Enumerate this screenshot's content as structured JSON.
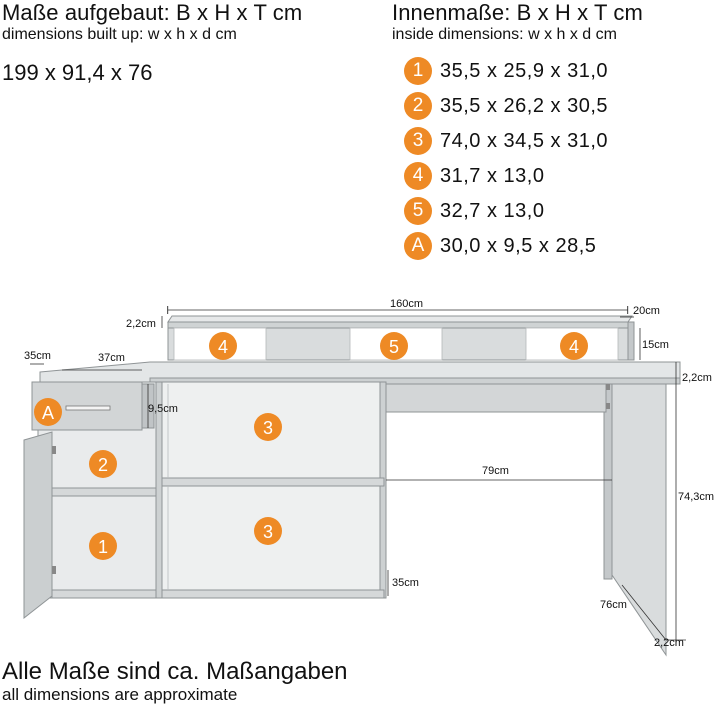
{
  "header_left": {
    "title": "Maße aufgebaut: B x H x T cm",
    "subtitle": "dimensions built up: w x h x d cm",
    "overall_dims": "199 x 91,4 x 76"
  },
  "header_right": {
    "title": "Innenmaße: B x H x T cm",
    "subtitle": "inside dimensions: w x h x d cm",
    "legend": [
      {
        "badge": "1",
        "value": "35,5 x 25,9 x 31,0"
      },
      {
        "badge": "2",
        "value": "35,5 x 26,2 x 30,5"
      },
      {
        "badge": "3",
        "value": "74,0 x 34,5 x 31,0"
      },
      {
        "badge": "4",
        "value": "31,7 x 13,0"
      },
      {
        "badge": "5",
        "value": "32,7 x 13,0"
      },
      {
        "badge": "A",
        "value": "30,0 x 9,5 x 28,5"
      }
    ]
  },
  "drawing": {
    "dims": {
      "d160": "160cm",
      "d20": "20cm",
      "d22_top": "2,2cm",
      "d15": "15cm",
      "d22_right": "2,2cm",
      "d35_left": "35cm",
      "d37": "37cm",
      "d95": "9,5cm",
      "d79": "79cm",
      "d743": "74,3cm",
      "d35_shelf": "35cm",
      "d76": "76cm",
      "d22_bottom": "2,2cm"
    },
    "markers": {
      "m4a": "4",
      "m5": "5",
      "m4b": "4",
      "mA": "A",
      "m3top": "3",
      "m2": "2",
      "m3bottom": "3",
      "m1": "1"
    },
    "colors": {
      "accent": "#ee8a25",
      "panel": "#d9dcdd",
      "panel_dark": "#c4c8ca",
      "edge": "#8f9496"
    }
  },
  "footer": {
    "title": "Alle Maße sind ca. Maßangaben",
    "subtitle": "all dimensions are approximate"
  }
}
